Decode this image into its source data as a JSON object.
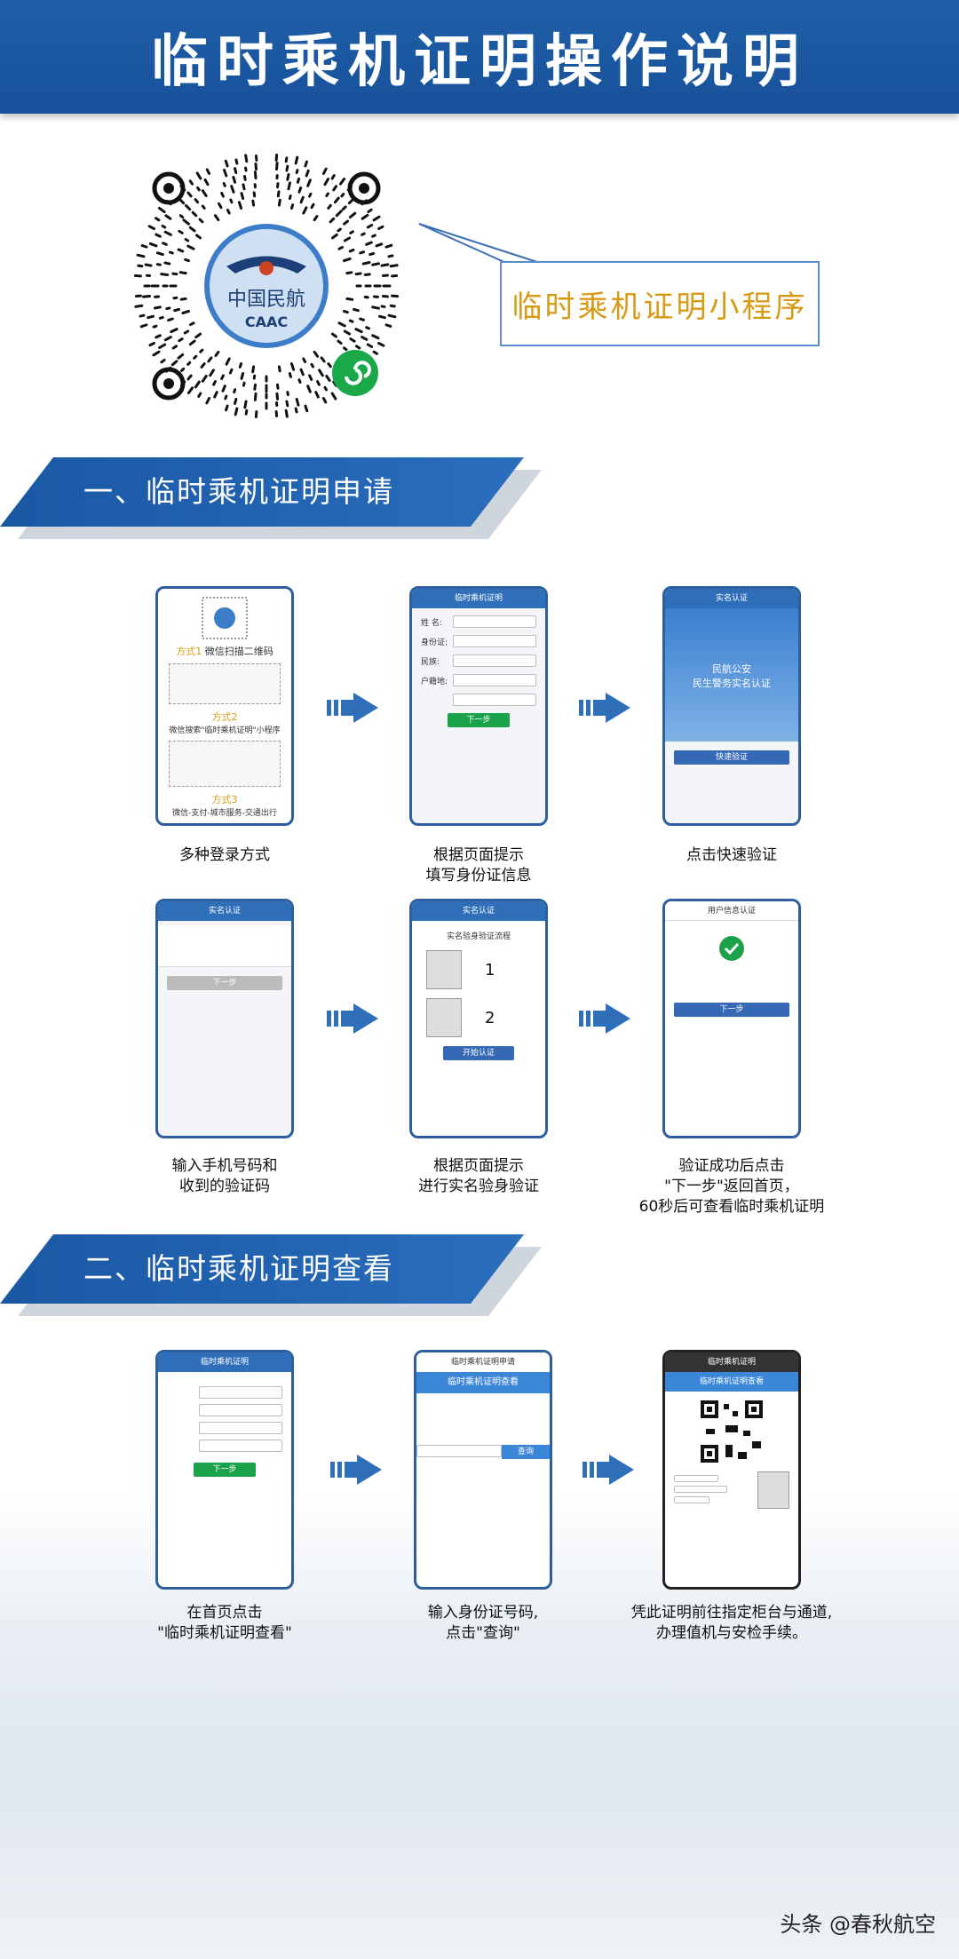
{
  "header": {
    "title": "临时乘机证明操作说明"
  },
  "qr": {
    "logo_text": "中国民航",
    "logo_sub": "CAAC",
    "callout": "临时乘机证明小程序"
  },
  "section1": {
    "title": "一、临时乘机证明申请"
  },
  "section2": {
    "title": "二、临时乘机证明查看"
  },
  "steps1": [
    {
      "caption": "多种登录方式",
      "screen": {
        "way1_label": "方式1",
        "way1_text": "微信扫描二维码",
        "way2_label": "方式2",
        "way2_text": "微信搜索\"临时乘机证明\"小程序",
        "way3_label": "方式3",
        "way3_text": "微信-支付-城市服务-交通出行"
      }
    },
    {
      "caption": "根据页面提示\n填写身份证信息",
      "screen": {
        "bar": "临时乘机证明",
        "f1": "姓 名:",
        "f2": "身份证:",
        "f3": "民族:",
        "f4": "户籍地:",
        "btn": "下一步"
      }
    },
    {
      "caption": "点击快速验证",
      "screen": {
        "bar": "实名认证",
        "t1": "民航公安",
        "t2": "民生警务实名认证",
        "btn": "快速验证"
      }
    },
    {
      "caption": "输入手机号码和\n收到的验证码",
      "screen": {
        "bar": "实名认证",
        "btn": "下一步"
      }
    },
    {
      "caption": "根据页面提示\n进行实名验身验证",
      "screen": {
        "bar": "实名认证",
        "t1": "实名验身验证流程",
        "n1": "1",
        "n2": "2",
        "btn": "开始认证"
      }
    },
    {
      "caption": "验证成功后点击\n\"下一步\"返回首页，\n60秒后可查看临时乘机证明",
      "screen": {
        "bar": "用户信息认证",
        "btn": "下一步"
      }
    }
  ],
  "steps2": [
    {
      "caption": "在首页点击\n\"临时乘机证明查看\"",
      "screen": {
        "bar": "临时乘机证明",
        "btn": "下一步"
      }
    },
    {
      "caption": "输入身份证号码,\n点击\"查询\"",
      "screen": {
        "bar": "临时乘机证明申请",
        "t1": "临时乘机证明查看",
        "btn": "查询"
      }
    },
    {
      "caption": "凭此证明前往指定柜台与通道,\n办理值机与安检手续。",
      "screen": {
        "bar": "临时乘机证明",
        "t1": "临时乘机证明查看"
      }
    }
  ],
  "watermark": "头条 @春秋航空",
  "colors": {
    "brand_blue": "#1f5fa8",
    "callout_text": "#d89a12",
    "green": "#1aa34a"
  }
}
